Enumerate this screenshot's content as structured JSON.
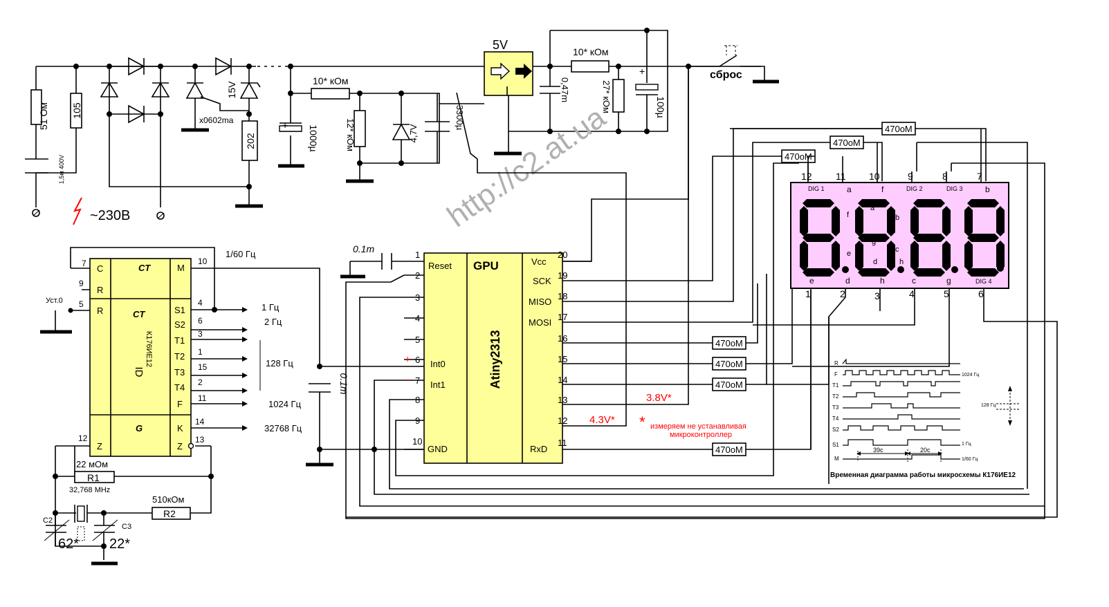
{
  "power": {
    "r_51": "51 Ом",
    "r_105": "105",
    "cap_in": "1,5м 400V",
    "mains": "~230В",
    "zener_15v": "15V",
    "thyristor": "x0602ma",
    "r_202": "202",
    "r_10k_a": "10* кОм",
    "c_1000": "1000µ",
    "r_12k": "12* кОм",
    "z_47": "4,7V",
    "c_3300": "3300µ",
    "reg": "5V",
    "r_10k_b": "10* кОм",
    "c_047": "0,47m",
    "r_27k": "27* кОм",
    "c_100": "100µ",
    "reset_label": "сброс"
  },
  "watermark": "http://c2.at.ua",
  "counter": {
    "ct1": "CT",
    "ct2": "CT",
    "g": "G",
    "part": "К176ИЕ12",
    "id": "ID",
    "left_pins": [
      {
        "label": "C",
        "pin": "7"
      },
      {
        "label": "R",
        "pin": "9"
      },
      {
        "label": "R",
        "pin": "5"
      },
      {
        "label": "Z",
        "pin": "12"
      }
    ],
    "right_pins": [
      {
        "label": "M",
        "pin": "10"
      },
      {
        "label": "S1",
        "pin": "4"
      },
      {
        "label": "S2",
        "pin": "6"
      },
      {
        "label": "T1",
        "pin": "3"
      },
      {
        "label": "T2",
        "pin": "1"
      },
      {
        "label": "T3",
        "pin": "15"
      },
      {
        "label": "T4",
        "pin": "2"
      },
      {
        "label": "F",
        "pin": "11"
      },
      {
        "label": "K",
        "pin": "14"
      },
      {
        "label": "Z",
        "pin": "13"
      }
    ],
    "ust0": "Уст.0",
    "out_60": "1/60 Гц",
    "out_1": "1 Гц",
    "out_2": "2 Гц",
    "out_128": "128 Гц",
    "out_1024": "1024 Гц",
    "out_32768": "32768 Гц",
    "r1_val": "22 мОм",
    "r1": "R1",
    "xtal": "32,768 MHz",
    "r2_val": "510кОм",
    "r2": "R2",
    "c2": "C2",
    "c2_val": "62*",
    "c3": "C3",
    "c3_val": "22*",
    "c_01a": "0.1m",
    "c_01b": "0.1m"
  },
  "mcu": {
    "title": "GPU",
    "name": "Atiny2313",
    "left_pins": [
      "1",
      "2",
      "3",
      "4",
      "5",
      "6",
      "7",
      "8",
      "9",
      "10"
    ],
    "right_pins": [
      "20",
      "19",
      "18",
      "17",
      "16",
      "15",
      "14",
      "13",
      "12",
      "11"
    ],
    "reset": "Reset",
    "int0": "Int0",
    "int1": "Int1",
    "gnd": "GND",
    "vcc": "Vcc",
    "sck": "SCK",
    "miso": "MISO",
    "mosi": "MOSI",
    "rxd": "RxD",
    "plus": "+",
    "minus": "−",
    "v38": "3.8V*",
    "v43": "4.3V*",
    "note_star": "*",
    "note1": "измеряем не устанавливая",
    "note2": "микроконтроллер"
  },
  "resistors": {
    "r470": "470оМ"
  },
  "display": {
    "top_pins": [
      "12",
      "11",
      "10",
      "9",
      "8",
      "7"
    ],
    "bottom_pins": [
      "1",
      "2",
      "3",
      "4",
      "5",
      "6"
    ],
    "dig1": "DIG 1",
    "dig2": "DIG 2",
    "dig3": "DIG 3",
    "dig4": "DIG 4",
    "seg_labels": {
      "a1": "a",
      "f1": "f",
      "b1": "b",
      "e1": "e",
      "d1": "d",
      "h1": "h",
      "c1": "c",
      "g1": "g",
      "ai": "a",
      "fi": "f",
      "bi": "b",
      "gi": "g",
      "ci": "c",
      "ei": "e",
      "di": "d",
      "hi": "h"
    }
  },
  "timing": {
    "rows": [
      "R",
      "F",
      "T1",
      "T2",
      "T3",
      "T4",
      "S2",
      "S1",
      "M"
    ],
    "f_label": "1024 Гц",
    "t_label": "128 Гц",
    "s1_label": "1 Гц",
    "m_label": "1/60 Гц",
    "t39": "39с",
    "t20": "20с",
    "caption": "Временная диаграмма работы микросхемы К176ИЕ12"
  }
}
